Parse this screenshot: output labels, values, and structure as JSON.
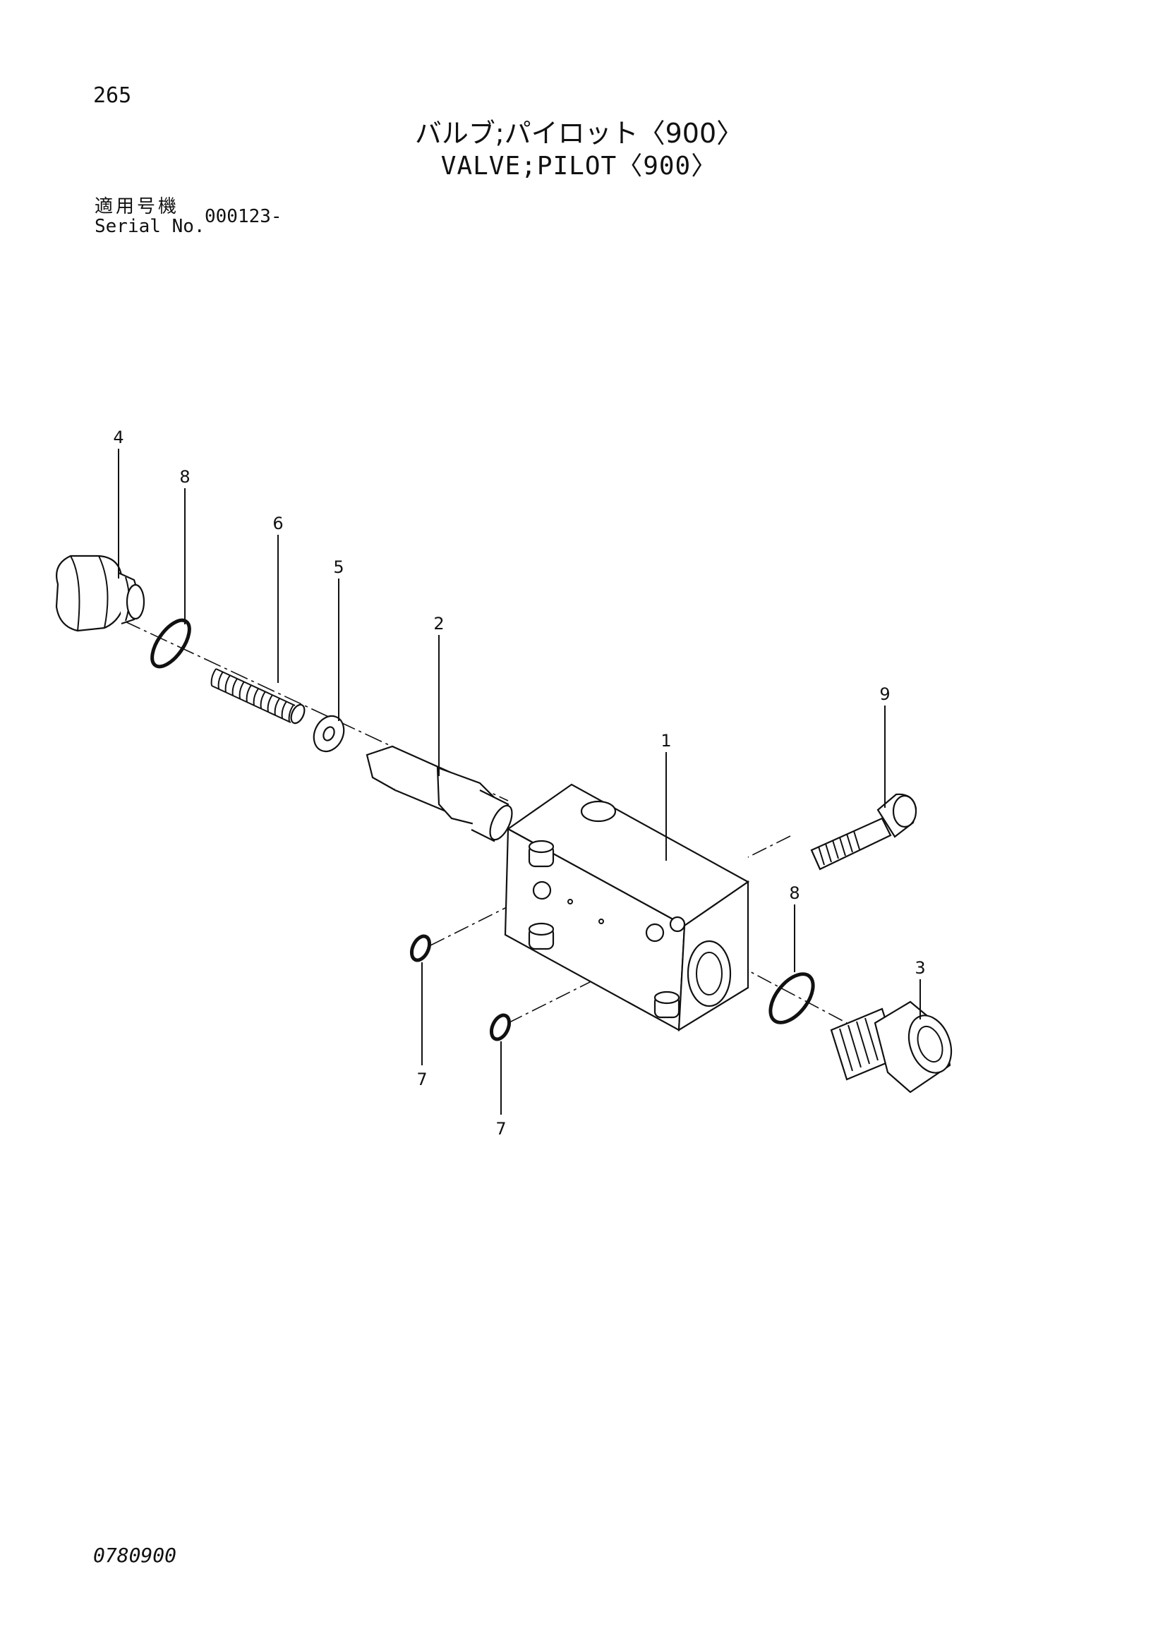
{
  "header": {
    "page_number": "265",
    "title_jp": "バルブ;パイロット〈900〉",
    "title_en": "VALVE;PILOT〈900〉",
    "serial_label_jp": "適用号機",
    "serial_label_en": "Serial No.",
    "serial_value": "000123-"
  },
  "callouts": [
    {
      "part": "1",
      "label": "1"
    },
    {
      "part": "2",
      "label": "2"
    },
    {
      "part": "3",
      "label": "3"
    },
    {
      "part": "4",
      "label": "4"
    },
    {
      "part": "5",
      "label": "5"
    },
    {
      "part": "6",
      "label": "6"
    },
    {
      "part": "7a",
      "label": "7"
    },
    {
      "part": "7b",
      "label": "7"
    },
    {
      "part": "8a",
      "label": "8"
    },
    {
      "part": "8b",
      "label": "8"
    },
    {
      "part": "9",
      "label": "9"
    }
  ],
  "footer": {
    "doc_code": "0780900"
  }
}
